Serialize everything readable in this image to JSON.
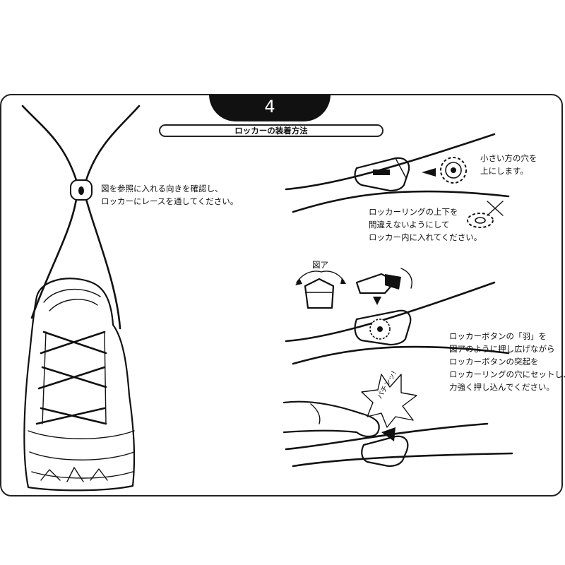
{
  "step": {
    "number": "4",
    "title": "ロッカーの装着方法"
  },
  "instructions": {
    "insert_lace": [
      "図を参照に入れる向きを確認し、",
      "ロッカーにレースを通してください。"
    ],
    "small_hole_up": [
      "小さい方の穴を",
      "上にします。"
    ],
    "ring_orientation": [
      "ロッカーリングの上下を",
      "間違えないようにして",
      "ロッカー内に入れてください。"
    ],
    "button_wings": [
      "ロッカーボタンの「羽」を",
      "図アのように押し広げながら",
      "ロッカーボタンの突起を",
      "ロッカーリングの穴にセットし、",
      "力強く押し込んでください。"
    ]
  },
  "figure_labels": {
    "fig_a": "図ア",
    "snap_sound": "パチンッ!"
  },
  "icons": [
    "shoe-illustration",
    "locker-icon",
    "gear-ring-icon",
    "cross-mark-icon",
    "rotate-arrow-icon",
    "down-arrow-icon",
    "finger-press-icon"
  ]
}
